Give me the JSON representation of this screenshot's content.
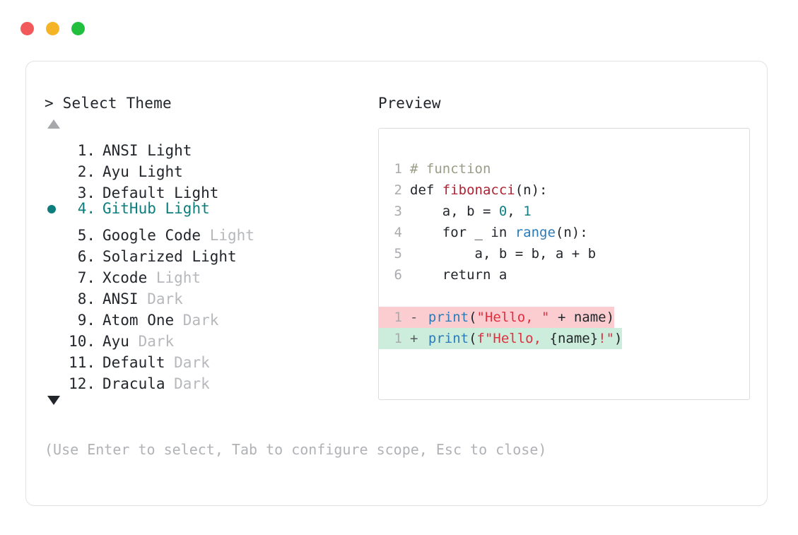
{
  "window": {
    "traffic_lights": [
      {
        "name": "close",
        "color": "#f1595a"
      },
      {
        "name": "minimize",
        "color": "#f5b426"
      },
      {
        "name": "zoom",
        "color": "#22bf3f"
      }
    ]
  },
  "prompt": {
    "marker": ">",
    "title": "Select Theme",
    "full": "> Select Theme",
    "scroll_up": "▲",
    "scroll_down": "▼"
  },
  "themes": {
    "selected_index": 4,
    "items": [
      {
        "index": "1.",
        "name": "ANSI",
        "variant": "Light",
        "variant_muted": false,
        "selected": false
      },
      {
        "index": "2.",
        "name": "Ayu",
        "variant": "Light",
        "variant_muted": false,
        "selected": false
      },
      {
        "index": "3.",
        "name": "Default",
        "variant": "Light",
        "variant_muted": false,
        "selected": false
      },
      {
        "index": "4.",
        "name": "GitHub",
        "variant": "Light",
        "variant_muted": false,
        "selected": true
      },
      {
        "index": "5.",
        "name": "Google Code",
        "variant": "Light",
        "variant_muted": true,
        "selected": false
      },
      {
        "index": "6.",
        "name": "Solarized",
        "variant": "Light",
        "variant_muted": false,
        "selected": false
      },
      {
        "index": "7.",
        "name": "Xcode",
        "variant": "Light",
        "variant_muted": true,
        "selected": false
      },
      {
        "index": "8.",
        "name": "ANSI",
        "variant": "Dark",
        "variant_muted": true,
        "selected": false
      },
      {
        "index": "9.",
        "name": "Atom One",
        "variant": "Dark",
        "variant_muted": true,
        "selected": false
      },
      {
        "index": "10.",
        "name": "Ayu",
        "variant": "Dark",
        "variant_muted": true,
        "selected": false
      },
      {
        "index": "11.",
        "name": "Default",
        "variant": "Dark",
        "variant_muted": true,
        "selected": false
      },
      {
        "index": "12.",
        "name": "Dracula",
        "variant": "Dark",
        "variant_muted": true,
        "selected": false
      }
    ]
  },
  "preview": {
    "label": "Preview",
    "code_lines": [
      {
        "num": "1",
        "tokens": [
          {
            "t": "# function",
            "c": "comment"
          }
        ]
      },
      {
        "num": "2",
        "tokens": [
          {
            "t": "def ",
            "c": "kw"
          },
          {
            "t": "fibonacci",
            "c": "fn"
          },
          {
            "t": "(n):",
            "c": "plain"
          }
        ]
      },
      {
        "num": "3",
        "tokens": [
          {
            "t": "    a, b = ",
            "c": "plain"
          },
          {
            "t": "0",
            "c": "num"
          },
          {
            "t": ", ",
            "c": "plain"
          },
          {
            "t": "1",
            "c": "num"
          }
        ]
      },
      {
        "num": "4",
        "tokens": [
          {
            "t": "    for _ in ",
            "c": "plain"
          },
          {
            "t": "range",
            "c": "builtin"
          },
          {
            "t": "(n):",
            "c": "plain"
          }
        ]
      },
      {
        "num": "5",
        "tokens": [
          {
            "t": "        a, b = b, a + b",
            "c": "plain"
          }
        ]
      },
      {
        "num": "6",
        "tokens": [
          {
            "t": "    return a",
            "c": "plain"
          }
        ]
      }
    ],
    "diff_lines": [
      {
        "num": "1",
        "sign": "-",
        "kind": "delete",
        "tokens": [
          {
            "t": "print",
            "c": "call"
          },
          {
            "t": "(",
            "c": "plain"
          },
          {
            "t": "\"Hello, \"",
            "c": "str"
          },
          {
            "t": " + name)",
            "c": "plain"
          }
        ]
      },
      {
        "num": "1",
        "sign": "+",
        "kind": "add",
        "tokens": [
          {
            "t": "print",
            "c": "call"
          },
          {
            "t": "(",
            "c": "plain"
          },
          {
            "t": "f\"Hello, ",
            "c": "str"
          },
          {
            "t": "{name}",
            "c": "plain"
          },
          {
            "t": "!\"",
            "c": "str"
          },
          {
            "t": ")",
            "c": "plain"
          }
        ]
      }
    ]
  },
  "footer": {
    "hint": "(Use Enter to select, Tab to configure scope, Esc to close)"
  },
  "colors": {
    "accent": "#0d7e7c",
    "text": "#22262b",
    "muted": "#b6b8bc",
    "border": "#e2e2e4",
    "diff_delete_bg": "#fbcdd0",
    "diff_add_bg": "#cdeddc"
  }
}
